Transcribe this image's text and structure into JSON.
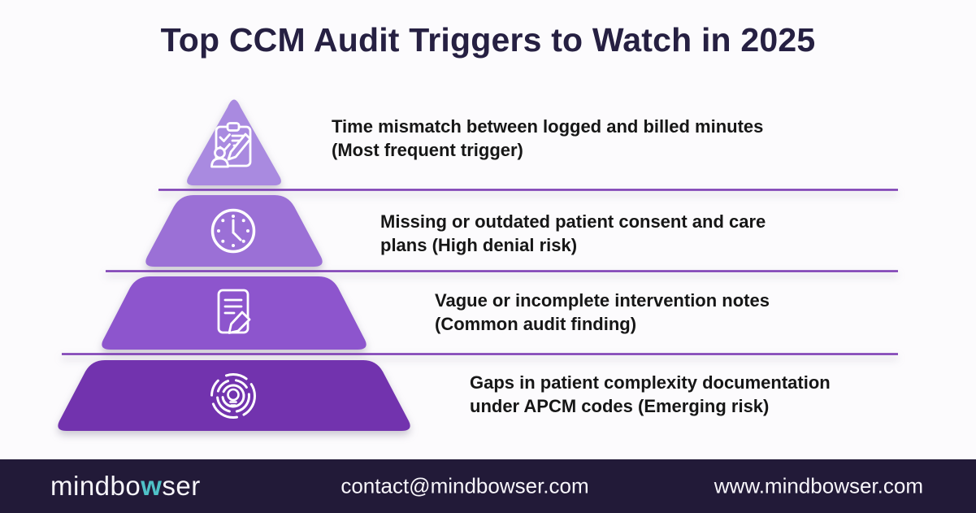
{
  "title": "Top CCM Audit Triggers to Watch in 2025",
  "colors": {
    "title_text": "#262042",
    "divider": "#7b3bb3",
    "level1": "#a98ae0",
    "level2": "#9b70d6",
    "level3": "#8d55cd",
    "level4": "#7233ae",
    "icon_stroke": "#ffffff",
    "body_text": "#161616",
    "footer_bg": "#221a38",
    "footer_text": "#f7f5fa",
    "logo_accent": "#4fc1c7",
    "background": "#fcfbfd"
  },
  "pyramid": {
    "items": [
      {
        "level": 1,
        "icon": "clipboard-checklist-pen-icon",
        "lines": [
          "Time mismatch between logged and billed minutes",
          "(Most frequent trigger)"
        ]
      },
      {
        "level": 2,
        "icon": "clock-icon",
        "lines": [
          "Missing or outdated patient consent and care",
          "plans (High denial risk)"
        ]
      },
      {
        "level": 3,
        "icon": "document-pencil-icon",
        "lines": [
          "Vague or incomplete intervention notes",
          "(Common audit finding)"
        ]
      },
      {
        "level": 4,
        "icon": "maze-lightbulb-icon",
        "lines": [
          "Gaps in patient complexity documentation",
          "under APCM codes (Emerging risk)"
        ]
      }
    ]
  },
  "footer": {
    "logo": {
      "part1": "mindbo",
      "accent": "w",
      "part2": "ser"
    },
    "email": "contact@mindbowser.com",
    "website": "www.mindbowser.com"
  }
}
